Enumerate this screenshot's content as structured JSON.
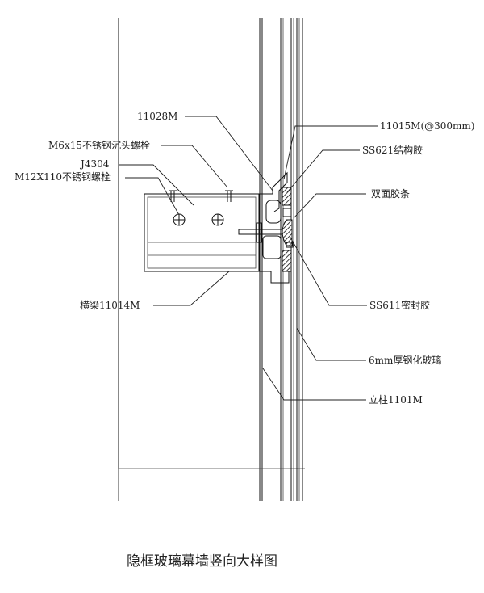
{
  "labels": {
    "top_right_1": "11015M(@300mm)",
    "top_left_1": "11028M",
    "left_2": "M6x15不锈钢沉头螺栓",
    "right_2": "SS621结构胶",
    "left_3": "J4304",
    "left_4": "M12X110不锈钢螺栓",
    "right_3": "双面胶条",
    "left_5": "横梁11014M",
    "right_4": "SS611密封胶",
    "right_5": "6mm厚钢化玻璃",
    "right_6": "立柱1101M"
  },
  "caption": "隐框玻璃幕墙竖向大样图"
}
